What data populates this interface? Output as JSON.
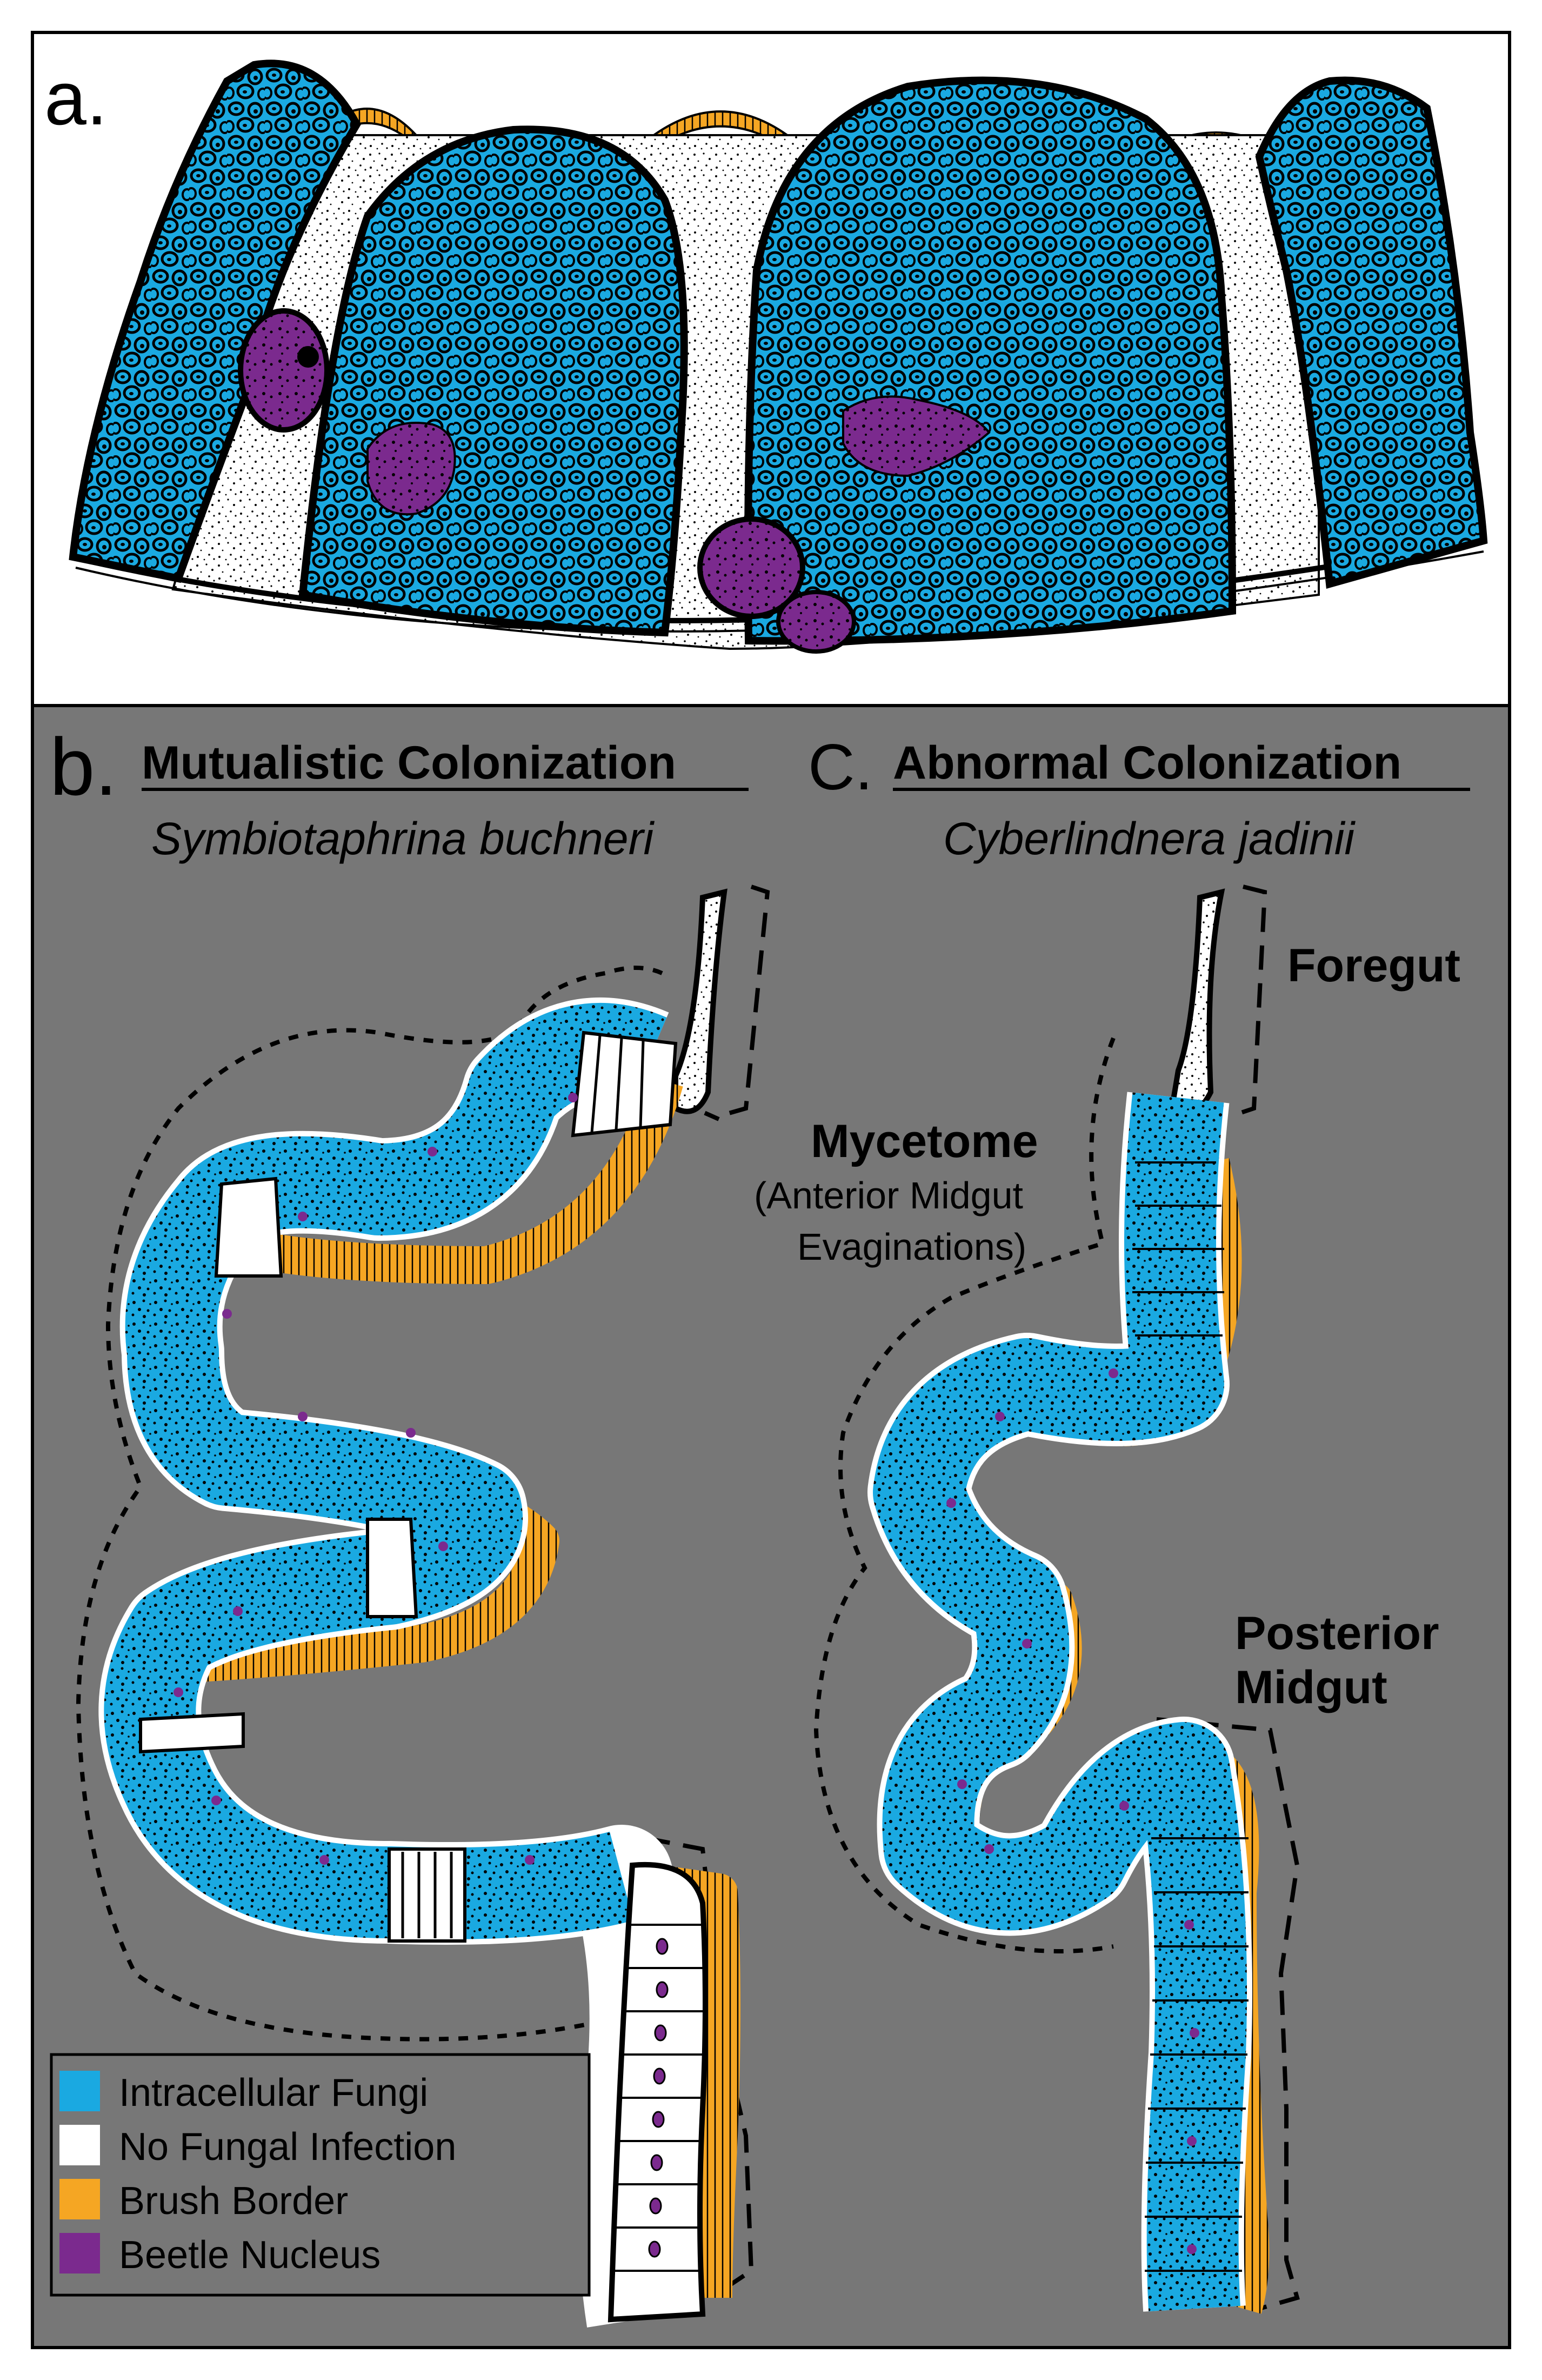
{
  "panel_a": {
    "label": "a."
  },
  "panel_b": {
    "label": "b.",
    "title": "Mutualistic Colonization",
    "species": "Symbiotaphrina buchneri"
  },
  "panel_c": {
    "label": "C.",
    "title": "Abnormal Colonization",
    "species": "Cyberlindnera jadinii"
  },
  "annotations": {
    "foregut": "Foregut",
    "mycetome": "Mycetome",
    "mycetome_sub_1": "(Anterior Midgut",
    "mycetome_sub_2": "Evaginations)",
    "posterior_1": "Posterior",
    "posterior_2": "Midgut"
  },
  "legend": {
    "items": [
      {
        "label": "Intracellular Fungi",
        "color": "#1AA9E1"
      },
      {
        "label": "No Fungal Infection",
        "color": "#FFFFFF"
      },
      {
        "label": "Brush Border",
        "color": "#F5A623"
      },
      {
        "label": "Beetle Nucleus",
        "color": "#7B2A8E"
      }
    ]
  },
  "colors": {
    "fungi": "#1AA9E1",
    "none": "#FFFFFF",
    "brush": "#F5A623",
    "nucleus": "#7B2A8E",
    "background_b": "#777777"
  }
}
